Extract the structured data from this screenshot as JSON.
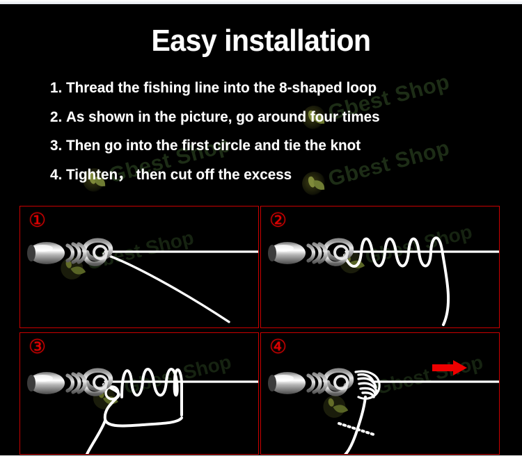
{
  "header": {
    "title": "Easy installation"
  },
  "steps": [
    {
      "num": "1.",
      "text": "Thread the fishing line into the 8-shaped loop"
    },
    {
      "num": "2.",
      "text": "As shown in the picture, go around four times"
    },
    {
      "num": "3.",
      "text": "Then go into the first circle and tie the knot"
    },
    {
      "num": "4.",
      "text": "Tighten，  then cut off the excess"
    }
  ],
  "panels": [
    {
      "badge": "①",
      "name": "panel-step-1",
      "caption": "fishing line threaded through the 8-shaped loop of the swivel"
    },
    {
      "badge": "②",
      "name": "panel-step-2",
      "caption": "tag end wrapped four times around the main line"
    },
    {
      "badge": "③",
      "name": "panel-step-3",
      "caption": "tag end passed back into the first circle to tie the knot"
    },
    {
      "badge": "④",
      "name": "panel-step-4",
      "caption": "knot tightened and excess trimmed at the dotted line"
    }
  ],
  "watermark": {
    "text": "Gbest Shop",
    "color": "#1d2d16",
    "logo_icon": "leaf-person-logo"
  },
  "colors": {
    "background": "#000000",
    "panel_border": "#cc0000",
    "badge": "#e20000",
    "arrow": "#ee0000",
    "line": "#ffffff",
    "text": "#ffffff"
  },
  "icons": {
    "arrow": "arrow-right-icon",
    "cut_line": "dotted-cut-line-icon",
    "swivel": "fishing-swivel-icon"
  }
}
